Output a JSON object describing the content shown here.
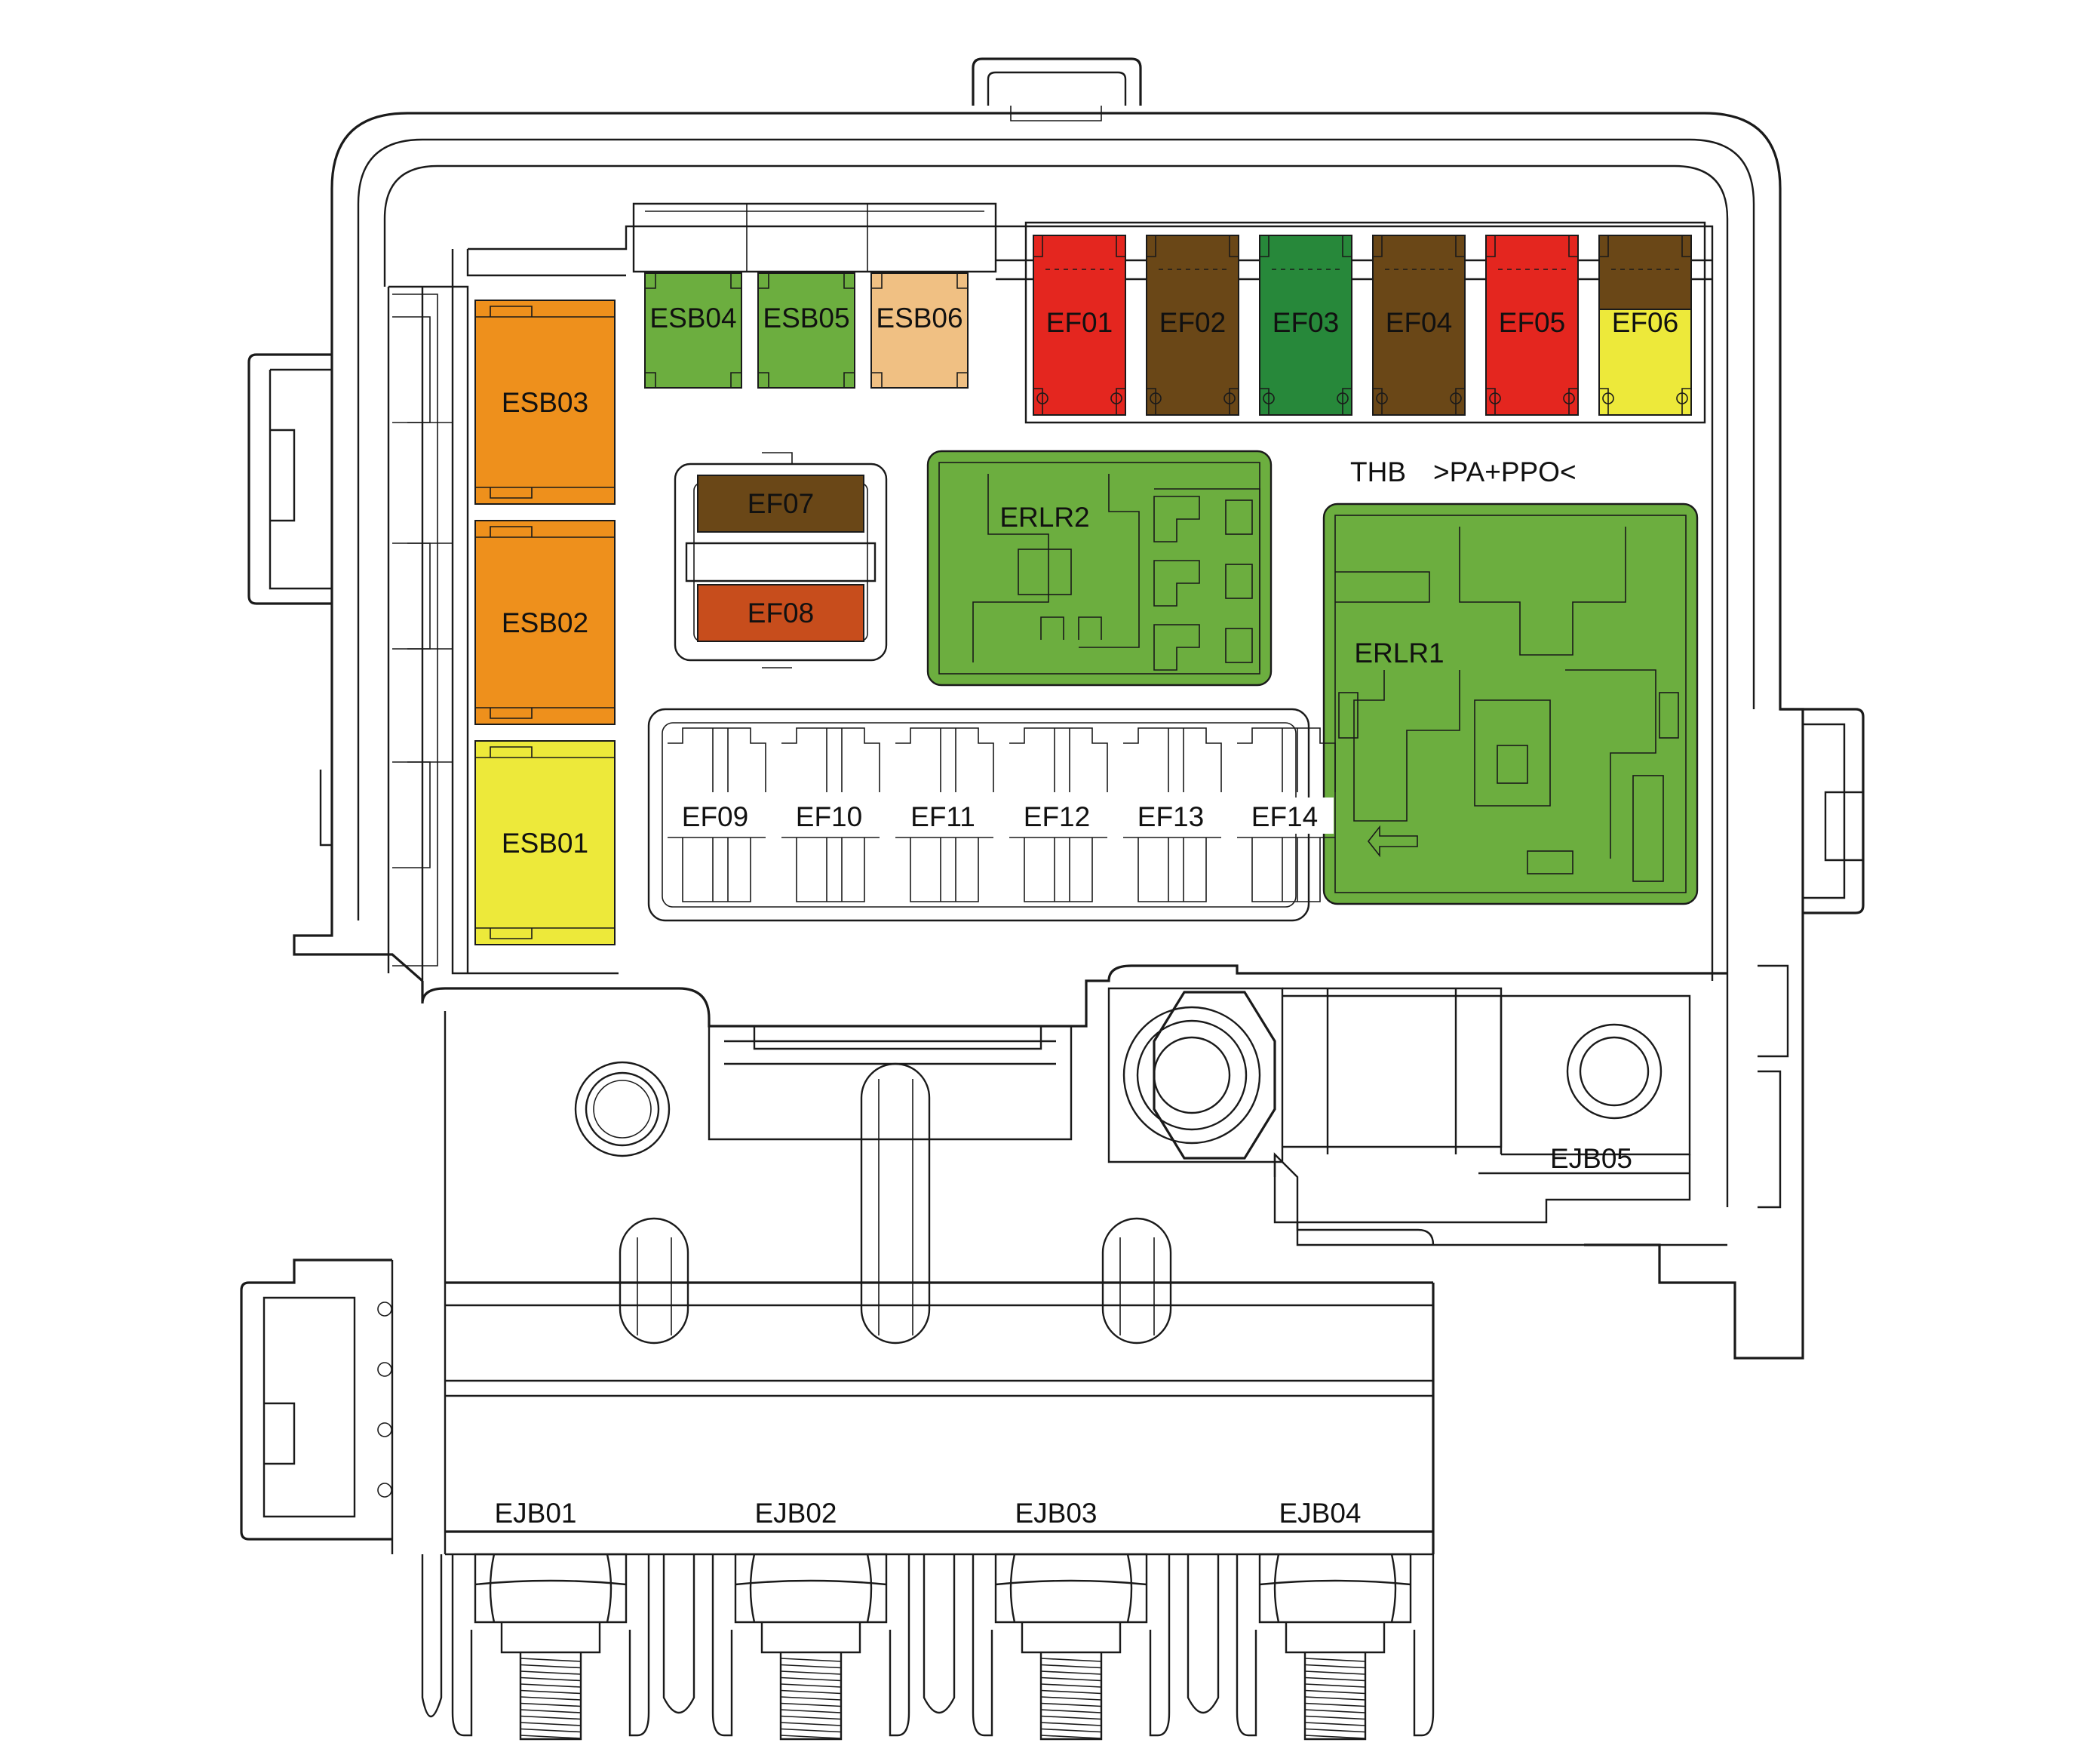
{
  "header_text": {
    "thb": "THB",
    "pa_ppo": ">PA+PPO<"
  },
  "colors": {
    "orange": "#ee901c",
    "yellow": "#ede93a",
    "light_green": "#6cae3f",
    "peach": "#f0c083",
    "red": "#e4261f",
    "brown": "#6a4717",
    "dark_green": "#27883a",
    "rust": "#c74d1c",
    "relay_green": "#6cae3f",
    "outline": "#1a1a1a"
  },
  "side_fuses": [
    {
      "id": "ESB03",
      "color": "#ee901c"
    },
    {
      "id": "ESB02",
      "color": "#ee901c"
    },
    {
      "id": "ESB01",
      "color": "#ede93a"
    }
  ],
  "top_small_fuses": [
    {
      "id": "ESB04",
      "color": "#6cae3f"
    },
    {
      "id": "ESB05",
      "color": "#6cae3f"
    },
    {
      "id": "ESB06",
      "color": "#f0c083"
    }
  ],
  "top_right_fuses": [
    {
      "id": "EF01",
      "color": "#e4261f"
    },
    {
      "id": "EF02",
      "color": "#6a4717"
    },
    {
      "id": "EF03",
      "color": "#27883a"
    },
    {
      "id": "EF04",
      "color": "#6a4717"
    },
    {
      "id": "EF05",
      "color": "#e4261f"
    },
    {
      "id": "EF06",
      "color": "#6a4717",
      "lower_color": "#ede93a"
    }
  ],
  "mid_fuses": [
    {
      "id": "EF07",
      "color": "#6a4717"
    },
    {
      "id": "EF08",
      "color": "#c74d1c"
    }
  ],
  "relays": [
    {
      "id": "ERLR2",
      "color": "#6cae3f"
    },
    {
      "id": "ERLR1",
      "color": "#6cae3f"
    }
  ],
  "row_fuses": [
    "EF09",
    "EF10",
    "EF11",
    "EF12",
    "EF13",
    "EF14"
  ],
  "terminals": [
    "EJB01",
    "EJB02",
    "EJB03",
    "EJB04"
  ],
  "terminal_top": "EJB05"
}
